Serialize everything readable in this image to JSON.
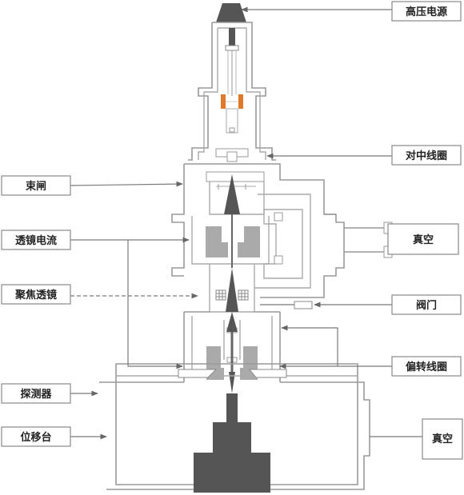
{
  "labels": {
    "high_voltage": "高压电源",
    "alignment_coil": "对中线圈",
    "beam_blanker": "束闸",
    "vacuum_top": "真空",
    "lens_current": "透镜电流",
    "focus_lens": "聚焦透镜",
    "valve": "阀门",
    "deflection_coil": "偏转线圈",
    "detector": "探测器",
    "stage": "位移台",
    "vacuum_bottom": "真空"
  },
  "colors": {
    "wall": "#999999",
    "dark": "#555555",
    "coil": "#aaaaaa",
    "filament": "#e07a2a",
    "leader": "#7a7a7a"
  }
}
